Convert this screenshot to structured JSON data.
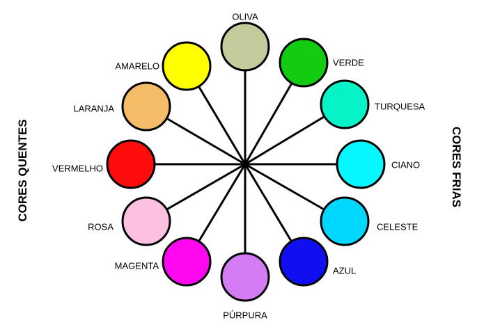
{
  "side_labels": {
    "left": "CORES QUENTES",
    "right": "CORES FRIAS"
  },
  "colors": [
    {
      "name": "OLIVA",
      "color": "#c3cc9b"
    },
    {
      "name": "VERDE",
      "color": "#11cc11"
    },
    {
      "name": "TURQUESA",
      "color": "#06f3c8"
    },
    {
      "name": "CIANO",
      "color": "#06f7ff"
    },
    {
      "name": "CELESTE",
      "color": "#00d7ff"
    },
    {
      "name": "AZUL",
      "color": "#0f0ff2"
    },
    {
      "name": "PÚRPURA",
      "color": "#d47cf4"
    },
    {
      "name": "MAGENTA",
      "color": "#ff08f0"
    },
    {
      "name": "ROSA",
      "color": "#fcc1e1"
    },
    {
      "name": "VERMELHO",
      "color": "#ff0c0c"
    },
    {
      "name": "LARANJA",
      "color": "#f4bc66"
    },
    {
      "name": "AMARELO",
      "color": "#ffff00"
    }
  ]
}
